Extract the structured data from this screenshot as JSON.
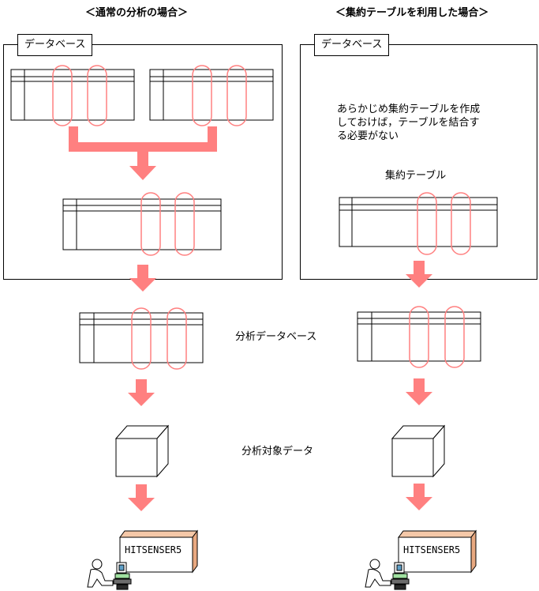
{
  "titles": {
    "left": "＜通常の分析の場合＞",
    "right": "＜集約テーブルを利用した場合＞"
  },
  "panels": {
    "left_label": "データベース",
    "right_label": "データベース"
  },
  "note": {
    "line1": "あらかじめ集約テーブルを作成",
    "line2": "しておけば，テーブルを結合す",
    "line3": "る必要がない"
  },
  "labels": {
    "aggregate_table": "集約テーブル",
    "analysis_db": "分析データベース",
    "analysis_data": "分析対象データ"
  },
  "system": {
    "left_label": "HITSENSER5",
    "right_label": "HITSENSER5"
  },
  "colors": {
    "arrow": "#ff8080",
    "highlight": "#ff8080",
    "pc_box": "#f5c8a8",
    "line": "#000000"
  },
  "icons": [
    "arrow-down-icon",
    "cube-icon",
    "user-icon",
    "computer-icon",
    "table-icon"
  ]
}
